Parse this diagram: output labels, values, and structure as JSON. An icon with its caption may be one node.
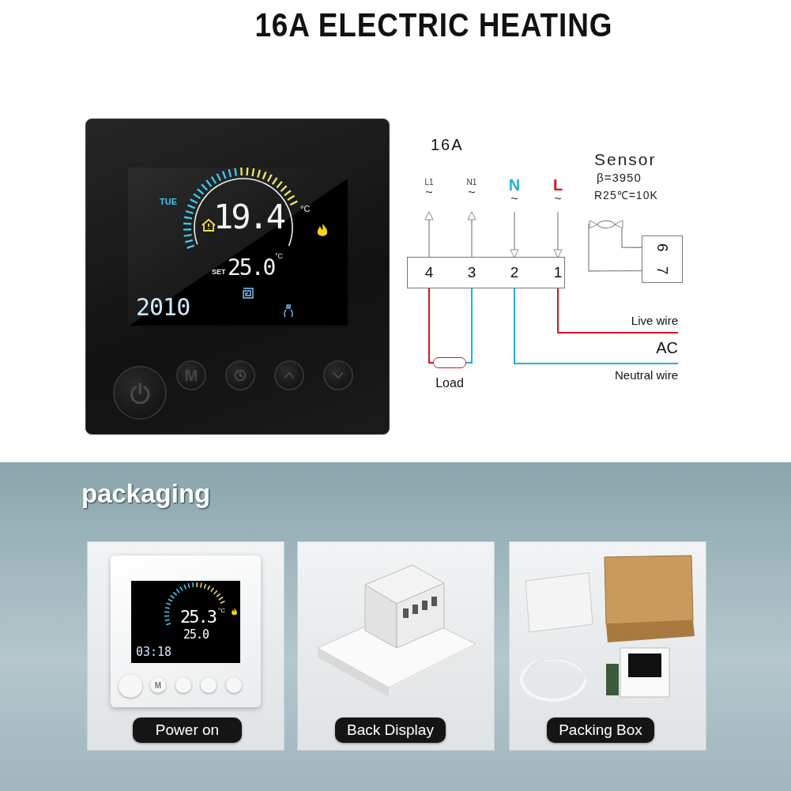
{
  "diagram": {
    "title": "16A ELECTRIC HEATING",
    "nodes": [
      {
        "text": [
          "L1",
          "~"
        ]
      },
      {
        "text": [
          "N1",
          "~"
        ]
      },
      {
        "text": [
          "N",
          "~"
        ]
      },
      {
        "text": [
          "L",
          "~"
        ]
      },
      {
        "text": [],
        "shape": "box"
      },
      {
        "text": [
          "4"
        ],
        "in": 4
      },
      {
        "text": [
          "3"
        ],
        "in": 4
      },
      {
        "text": [
          "2"
        ],
        "in": 4
      },
      {
        "text": [
          "1"
        ],
        "in": 4
      },
      {
        "text": [],
        "shape": "box"
      },
      {
        "text": [
          "6"
        ],
        "in": 9
      },
      {
        "text": [
          "7"
        ],
        "in": 9
      },
      {
        "text": [],
        "shape": "circle"
      },
      {
        "text": [
          "Load"
        ]
      },
      {
        "text": [
          "Power on"
        ]
      },
      {
        "text": [
          "Back Display"
        ]
      },
      {
        "text": [
          "Packing Box"
        ]
      }
    ],
    "edges": [
      {
        "from": 5,
        "to": 0,
        "arrow": "to"
      },
      {
        "from": 6,
        "to": 1,
        "arrow": "to"
      },
      {
        "from": 2,
        "to": 7,
        "arrow": "to"
      },
      {
        "from": 3,
        "to": 8,
        "arrow": "to"
      },
      {
        "from": 10,
        "to": 12,
        "arrow": "to"
      },
      {
        "from": 11,
        "to": 12,
        "arrow": "to"
      },
      {
        "from": 5,
        "to": 13,
        "arrow": "none",
        "color": "#d4161c"
      },
      {
        "from": 6,
        "to": 13,
        "arrow": "none",
        "color": "#1fb3d6"
      },
      {
        "from": 8,
        "to": null,
        "arrow": "none",
        "color": "#d4161c"
      },
      {
        "from": 7,
        "to": null,
        "arrow": "none",
        "color": "#1fb3d6"
      }
    ],
    "labels": [
      "16A",
      "Sensor",
      "β=3950",
      "R25℃=10K",
      "Live wire",
      "AC",
      "Neutral wire",
      "TUE",
      "19.4",
      "°C",
      "SET",
      "25.0",
      "°C",
      "2010",
      "M",
      "packaging",
      "25.3",
      "°C",
      "25.0",
      "03:18",
      "M"
    ]
  }
}
